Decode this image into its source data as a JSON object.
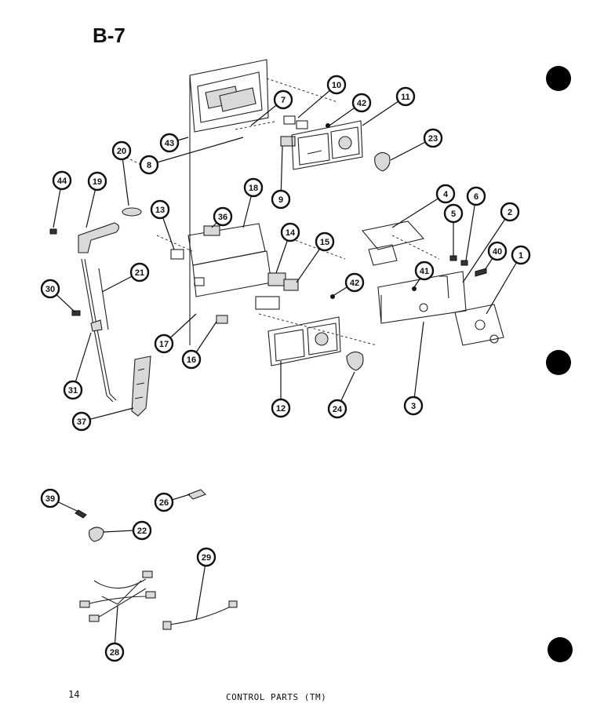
{
  "page": {
    "title": "B-7",
    "page_number": "14",
    "caption": "CONTROL PARTS (TM)"
  },
  "callouts": [
    "1",
    "2",
    "3",
    "4",
    "5",
    "6",
    "7",
    "8",
    "9",
    "10",
    "11",
    "12",
    "13",
    "14",
    "15",
    "16",
    "17",
    "18",
    "19",
    "20",
    "21",
    "22",
    "23",
    "24",
    "26",
    "28",
    "29",
    "30",
    "31",
    "36",
    "37",
    "39",
    "40",
    "41",
    "42",
    "42",
    "43",
    "44"
  ]
}
